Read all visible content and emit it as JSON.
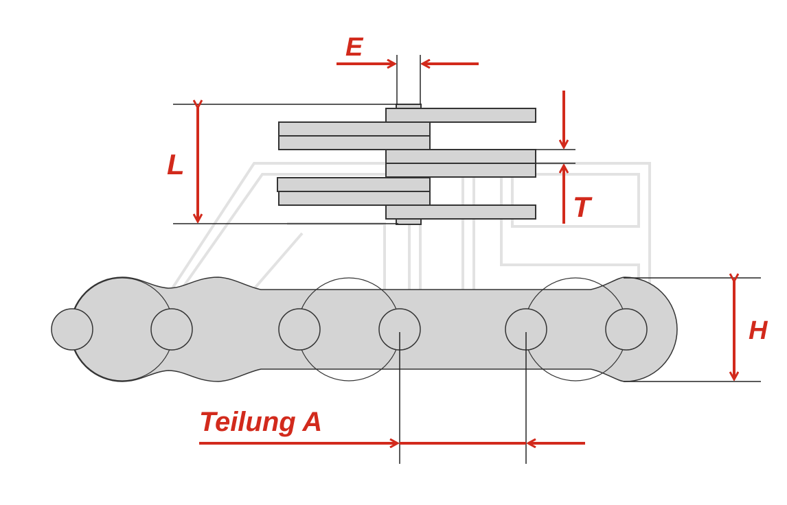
{
  "labels": {
    "e": "E",
    "l": "L",
    "t": "T",
    "h": "H",
    "pitch": "Teilung A"
  },
  "colors": {
    "accent": "#d22a1c",
    "part_fill": "#d4d4d4",
    "outline": "#333333",
    "watermark": "#e2e2e2",
    "background": "#ffffff"
  }
}
